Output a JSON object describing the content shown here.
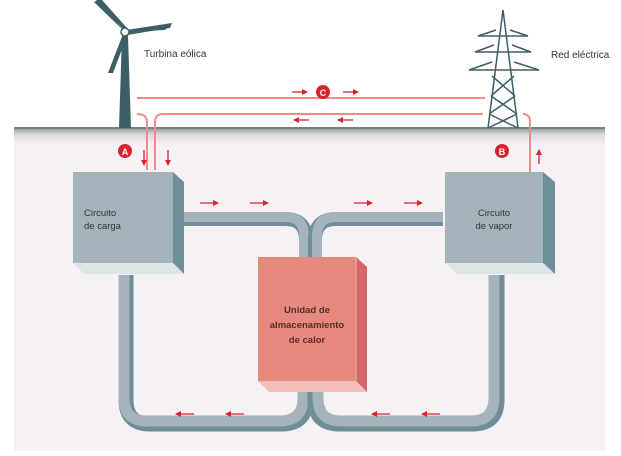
{
  "labels": {
    "wind_turbine": "Turbina eólica",
    "power_grid": "Red eléctrica",
    "charging_circuit": [
      "Circuito",
      "de carga"
    ],
    "steam_circuit": [
      "Circuito",
      "de vapor"
    ],
    "storage_unit": [
      "Unidad de",
      "almacenamiento",
      "de calor"
    ]
  },
  "markers": {
    "a": "A",
    "b": "B",
    "c": "C"
  },
  "flows": [
    {
      "id": "A",
      "from": "Turbina eólica",
      "to": "Circuito de carga"
    },
    {
      "id": "B",
      "from": "Circuito de vapor",
      "to": "Red eléctrica"
    },
    {
      "id": "C",
      "from": "Turbina eólica",
      "to": "Red eléctrica",
      "bidirectional": true
    }
  ],
  "colors": {
    "accent_red": "#d9232e",
    "line_pink": "#ef8c88",
    "box_gray": "#a4b4ba",
    "box_gray_dark": "#6f8e97",
    "box_gray_light": "#dde4e8",
    "storage_red": "#e68a80",
    "storage_red_dark": "#d4666a",
    "storage_red_light": "#f1c0b9",
    "structure_dark": "#3e5e66",
    "ground_bg": "#f6f1f5"
  }
}
